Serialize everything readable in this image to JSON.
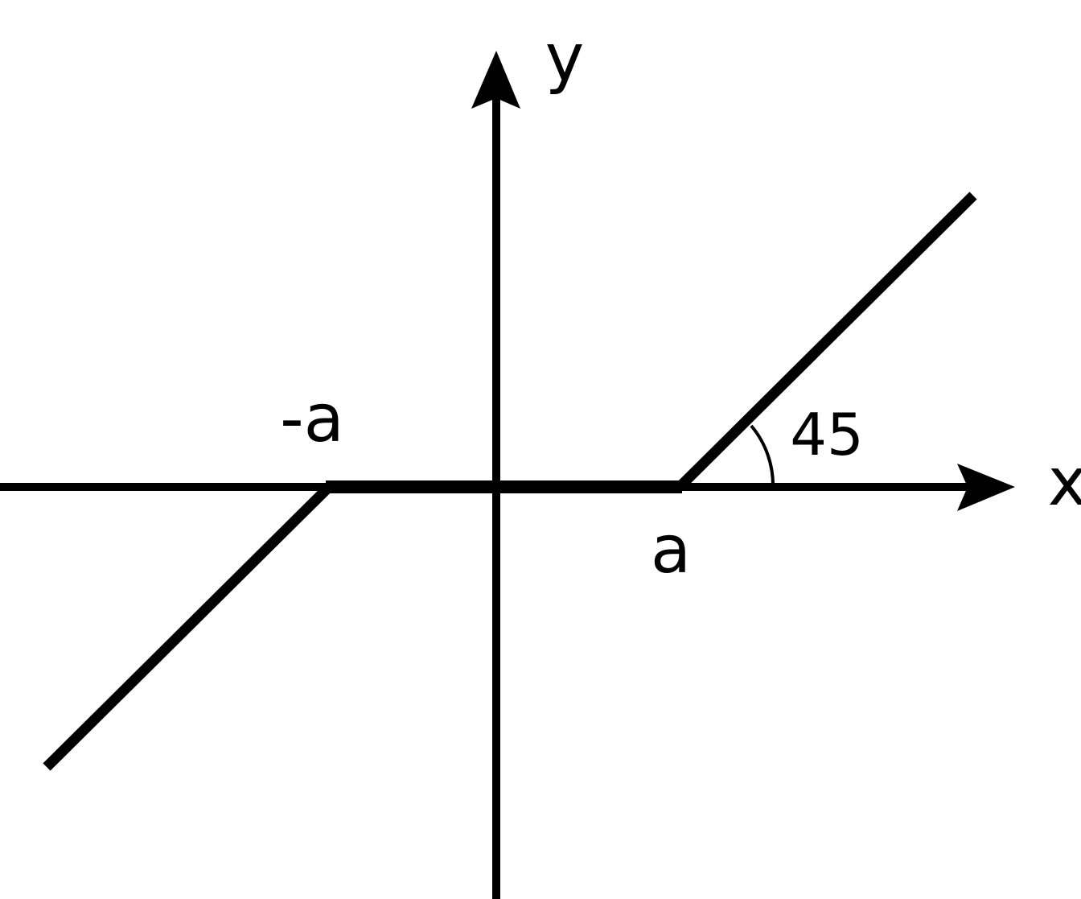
{
  "labels": {
    "y_axis": "y",
    "x_axis": "x",
    "neg_a": "-a",
    "pos_a": "a",
    "angle": "45"
  },
  "colors": {
    "line": "#000000",
    "background": "#ffffff"
  }
}
